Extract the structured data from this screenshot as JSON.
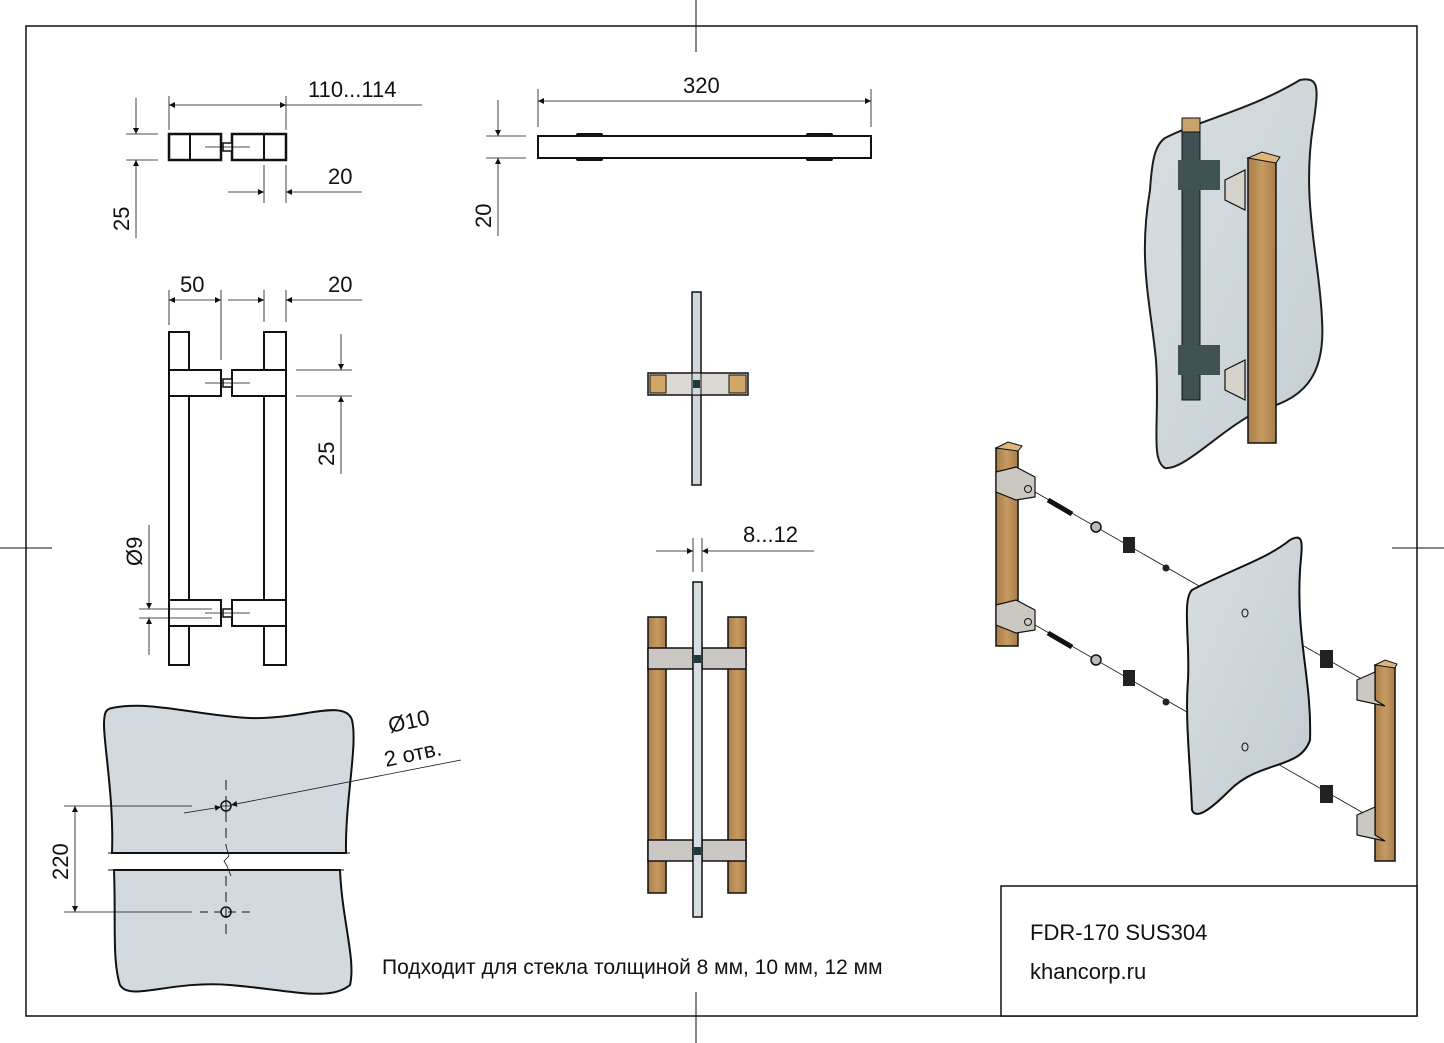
{
  "drawing": {
    "colors": {
      "line": "#111111",
      "glass": "#cfd8dd",
      "glass_flat": "#d3dadf",
      "wood": "#b98c55",
      "wood_light": "#d2ad78",
      "steel": "#c9c6c0",
      "gasket": "#1f3a3c",
      "dark_post": "#3e5052"
    },
    "top_view": {
      "dim_width": "110...114",
      "dim_post": "20",
      "dim_height": "25"
    },
    "side_view": {
      "dim_length": "320",
      "dim_thickness": "20"
    },
    "front_view": {
      "dim_standoff": "50",
      "dim_post": "20",
      "dim_block": "25",
      "dim_screw": "Ø9"
    },
    "section_view": {
      "label": "section-top"
    },
    "mounted_view": {
      "dim_glass": "8...12"
    },
    "glass_drilling": {
      "hole_dia": "Ø10",
      "hole_count": "2 отв.",
      "hole_spacing": "220"
    },
    "note": "Подходит для стекла толщиной 8 мм, 10 мм, 12 мм",
    "title_block": {
      "model": "FDR-170 SUS304",
      "website": "khancorp.ru"
    }
  }
}
